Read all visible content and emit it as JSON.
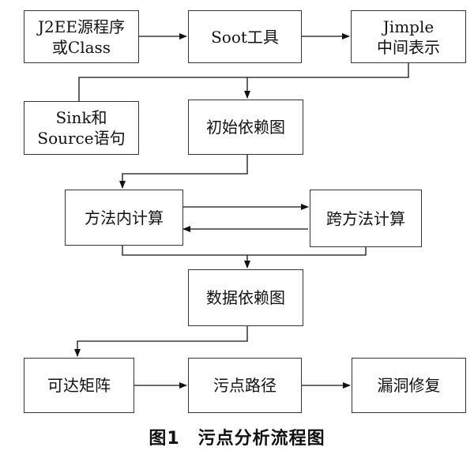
{
  "nodes": {
    "source": [
      "J2EE源程序",
      "或Class"
    ],
    "soot": "Soot工具",
    "jimple": [
      "Jimple",
      "中间表示"
    ],
    "sink": [
      "Sink和",
      "Source语句"
    ],
    "init_dep": "初始依赖图",
    "intra": "方法内计算",
    "inter": "跨方法计算",
    "data_dep": "数据依赖图",
    "reach": "可达矩阵",
    "taint_path": "污点路径",
    "fix": "漏洞修复"
  },
  "caption": "图1　污点分析流程图"
}
